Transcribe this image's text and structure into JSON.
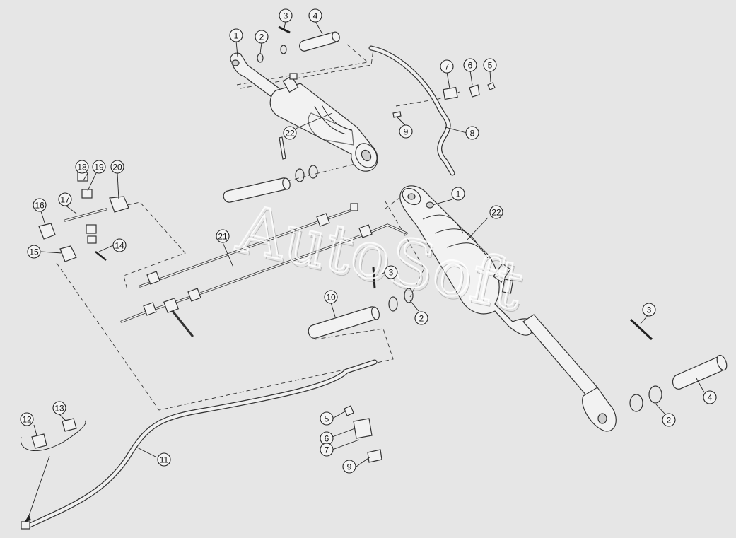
{
  "watermark": "AutoSoft",
  "callouts": [
    {
      "label": "1"
    },
    {
      "label": "2"
    },
    {
      "label": "3"
    },
    {
      "label": "4"
    },
    {
      "label": "7"
    },
    {
      "label": "6"
    },
    {
      "label": "5"
    },
    {
      "label": "9"
    },
    {
      "label": "8"
    },
    {
      "label": "22"
    },
    {
      "label": "18"
    },
    {
      "label": "19"
    },
    {
      "label": "20"
    },
    {
      "label": "16"
    },
    {
      "label": "17"
    },
    {
      "label": "15"
    },
    {
      "label": "14"
    },
    {
      "label": "21"
    },
    {
      "label": "1"
    },
    {
      "label": "22"
    },
    {
      "label": "3"
    },
    {
      "label": "10"
    },
    {
      "label": "2"
    },
    {
      "label": "3"
    },
    {
      "label": "4"
    },
    {
      "label": "2"
    },
    {
      "label": "12"
    },
    {
      "label": "13"
    },
    {
      "label": "11"
    },
    {
      "label": "5"
    },
    {
      "label": "6"
    },
    {
      "label": "7"
    },
    {
      "label": "9"
    }
  ]
}
